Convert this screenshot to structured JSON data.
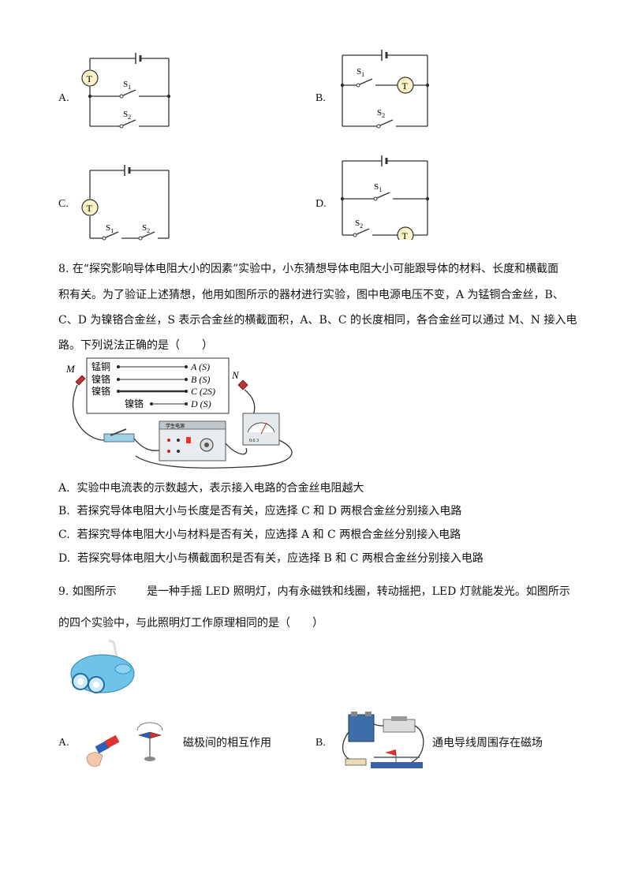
{
  "q7": {
    "options": {
      "A": {
        "label": "A.",
        "lamp": "T",
        "s1": "S",
        "s1_sub": "1",
        "s2": "S",
        "s2_sub": "2"
      },
      "B": {
        "label": "B.",
        "lamp": "T",
        "s1": "S",
        "s1_sub": "1",
        "s2": "S",
        "s2_sub": "2"
      },
      "C": {
        "label": "C.",
        "lamp": "T",
        "s1": "S",
        "s1_sub": "1",
        "s2": "S",
        "s2_sub": "2"
      },
      "D": {
        "label": "D.",
        "lamp": "T",
        "s1": "S",
        "s1_sub": "1",
        "s2": "S",
        "s2_sub": "2"
      }
    }
  },
  "q8": {
    "line1": "8. 在“探究影响导体电阻大小的因素”实验中，小东猜想导体电阻大小可能跟导体的材料、长度和横截面",
    "line2": "积有关。为了验证上述猜想，他用如图所示的器材进行实验，图中电源电压不变，A 为锰铜合金丝，B、",
    "line3": "C、D 为镍铬合金丝，S 表示合金丝的横截面积，A、B、C 的长度相同，各合金丝可以通过 M、N 接入电",
    "line4": "路。下列说法正确的是（　　）",
    "figure": {
      "M": "M",
      "N": "N",
      "wires": [
        {
          "material": "锰铜",
          "label": "A (S)"
        },
        {
          "material": "镍铬",
          "label": "B (S)"
        },
        {
          "material": "镍铬",
          "label": "C (2S)"
        },
        {
          "material": "镍铬",
          "label": "D (S)"
        }
      ],
      "power_label": "学生电源",
      "ammeter_ticks": "0.6  3"
    },
    "options": [
      {
        "letter": "A.",
        "text": "实验中电流表的示数越大，表示接入电路的合金丝电阻越大"
      },
      {
        "letter": "B.",
        "text": "若探究导体电阻大小与长度是否有关，应选择 C 和 D 两根合金丝分别接入电路"
      },
      {
        "letter": "C.",
        "text": "若探究导体电阻大小与材料是否有关，应选择 A 和 C 两根合金丝分别接入电路"
      },
      {
        "letter": "D.",
        "text": "若探究导体电阻大小与横截面积是否有关，应选择 B 和 C 两根合金丝分别接入电路"
      }
    ]
  },
  "q9": {
    "line1a": "9. 如图所示",
    "line1b": "是一种手摇 LED 照明灯，内有永磁铁和线圈，转动摇把，LED 灯就能发光。如图所示",
    "line2": "的四个实验中，与此照明灯工作原理相同的是（　　）",
    "options": [
      {
        "letter": "A.",
        "caption": "磁极间的相互作用"
      },
      {
        "letter": "B.",
        "caption": "通电导线周围存在磁场"
      }
    ]
  }
}
